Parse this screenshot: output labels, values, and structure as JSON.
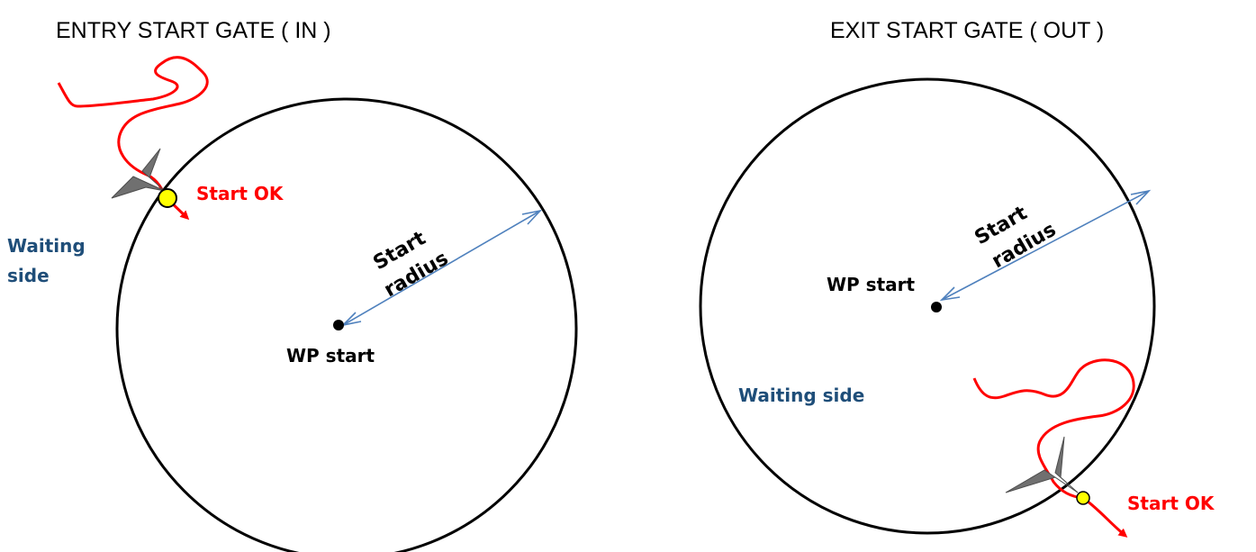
{
  "entry": {
    "title": "ENTRY START GATE ( IN )",
    "start_ok": "Start OK",
    "waiting_line1": "Waiting",
    "waiting_line2": "side",
    "radius_line1": "Start",
    "radius_line2": "radius",
    "wp_start": "WP start"
  },
  "exit": {
    "title": "EXIT START GATE ( OUT )",
    "start_ok": "Start OK",
    "waiting": "Waiting side",
    "radius_line1": "Start",
    "radius_line2": "radius",
    "wp_start": "WP start"
  },
  "colors": {
    "track": "#ff0000",
    "start_ok": "#ff0000",
    "waiting": "#1f4e79",
    "radius_arrow": "#4f81bd",
    "crossing_point": "#ffff00",
    "glider": "#707070",
    "circle": "#000000"
  },
  "icons": {
    "glider": "glider-icon",
    "crossing_point": "yellow-dot-icon",
    "center": "black-dot-icon"
  }
}
